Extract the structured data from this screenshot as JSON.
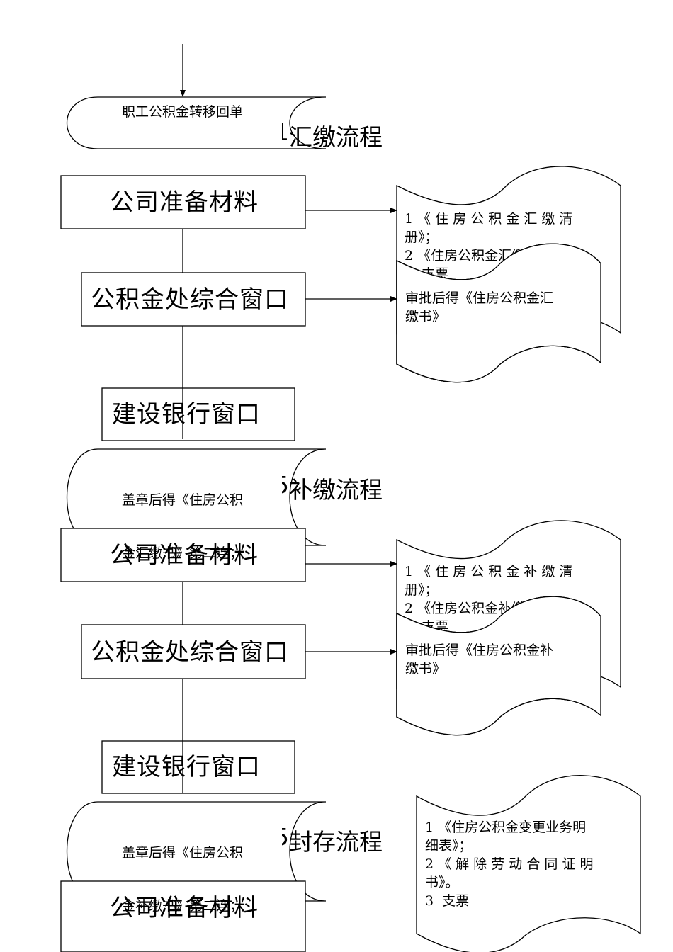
{
  "page_texts": {
    "partial_titles": [
      {
        "glyph": "1",
        "text": "汇缴流程"
      },
      {
        "glyph": "5",
        "text": "补缴流程"
      },
      {
        "glyph": "5",
        "text": "封存流程"
      }
    ]
  },
  "sections": [
    {
      "top_document": "职工公积金转移回单",
      "steps": [
        "公司准备材料",
        "公积金处综合窗口",
        "建设银行窗口"
      ],
      "materials": [
        "1 《 住 房 公 积 金 汇 缴 清",
        "册》；",
        "2 《住房公积金汇缴书》；",
        "3  支票"
      ],
      "approval": [
        "审批后得《住房公积金汇",
        "缴书》"
      ],
      "bank_result": [
        "盖章后得《住房公积",
        "金汇缴书》第二连；"
      ]
    },
    {
      "steps": [
        "公司准备材料",
        "公积金处综合窗口",
        "建设银行窗口"
      ],
      "materials": [
        "1 《 住 房 公 积 金 补 缴 清",
        "册》；",
        "2 《住房公积金补缴书》；",
        "3  支票"
      ],
      "approval": [
        "审批后得《住房公积金补",
        "缴书》"
      ],
      "bank_result": [
        "盖章后得《住房公积",
        "金补缴书》第二连；"
      ]
    },
    {
      "steps": [
        "公司准备材料"
      ],
      "materials": [
        "1 《住房公积金变更业务明",
        "细表》；",
        "2 《 解 除 劳 动 合 同 证 明",
        "书》。",
        "3  支票"
      ]
    }
  ]
}
